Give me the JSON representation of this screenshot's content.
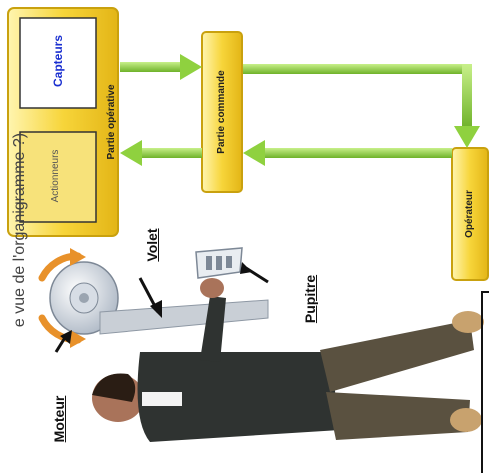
{
  "caption": "e vue de l'organigramme ?)",
  "boxes": {
    "partie_operative": "Partie opérative",
    "capteurs": "Capteurs",
    "actionneurs": "Actionneurs",
    "partie_commande": "Partie commande",
    "operateur": "Opérateur"
  },
  "labels": {
    "volet": "Volet",
    "pupitre": "Pupitre",
    "moteur": "Moteur"
  },
  "colors": {
    "box_fill": "#f7d53a",
    "box_border": "#c9a10e",
    "arrow": "#8fd13f",
    "moteur_arrows": "#e8912a"
  }
}
